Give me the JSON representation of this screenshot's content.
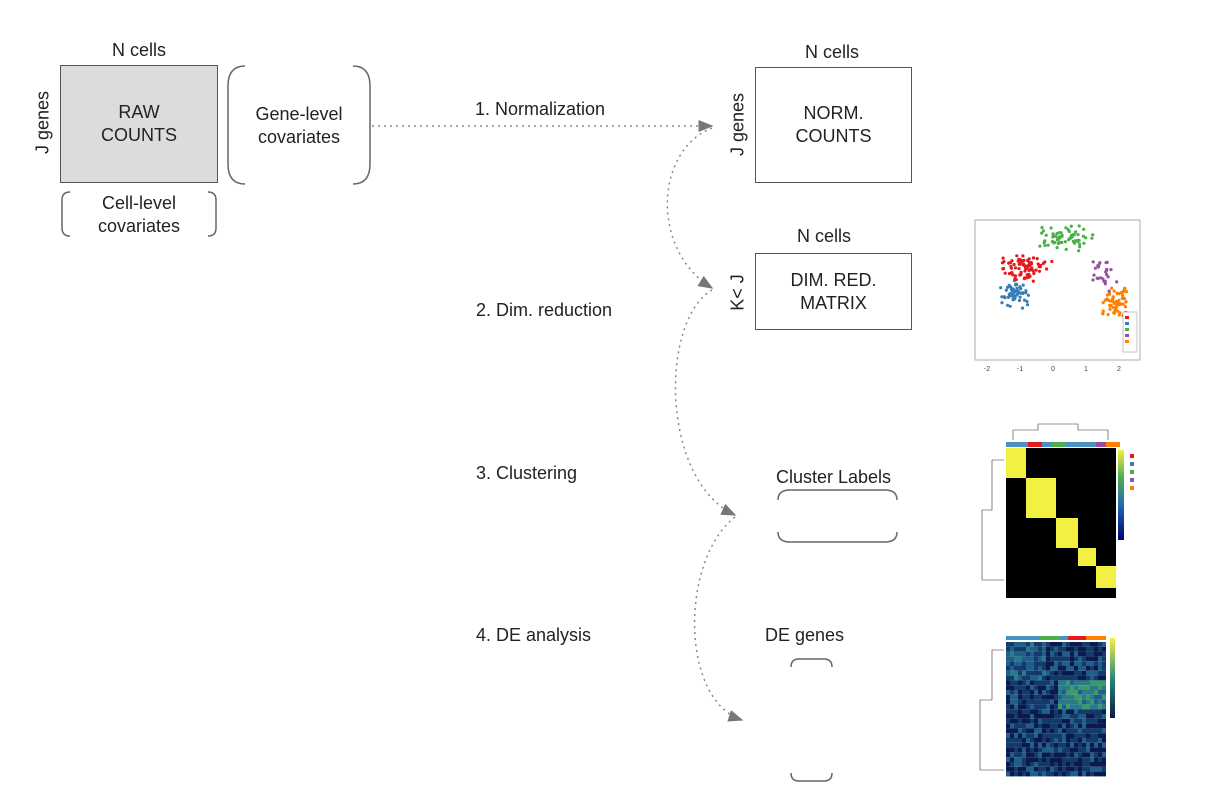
{
  "raw": {
    "cols_label": "N cells",
    "rows_label": "J genes",
    "box_line1": "RAW",
    "box_line2": "COUNTS",
    "gene_cov_line1": "Gene-level",
    "gene_cov_line2": "covariates",
    "cell_cov_line1": "Cell-level",
    "cell_cov_line2": "covariates"
  },
  "norm": {
    "cols_label": "N cells",
    "rows_label": "J genes",
    "box_line1": "NORM.",
    "box_line2": "COUNTS"
  },
  "dimred": {
    "cols_label": "N cells",
    "rows_label": "K< J",
    "box_line1": "DIM. RED.",
    "box_line2": "MATRIX"
  },
  "steps": {
    "s1": "1. Normalization",
    "s2": "2. Dim. reduction",
    "s3": "3. Clustering",
    "s4": "4. DE analysis"
  },
  "outputs": {
    "cluster_labels": "Cluster Labels",
    "de_genes": "DE genes"
  },
  "colors": {
    "raw_fill": "#dcdcdc",
    "arrow": "#888888",
    "cluster_palette": [
      "#e41a1c",
      "#377eb8",
      "#4daf4a",
      "#984ea3",
      "#ff7f00"
    ]
  }
}
